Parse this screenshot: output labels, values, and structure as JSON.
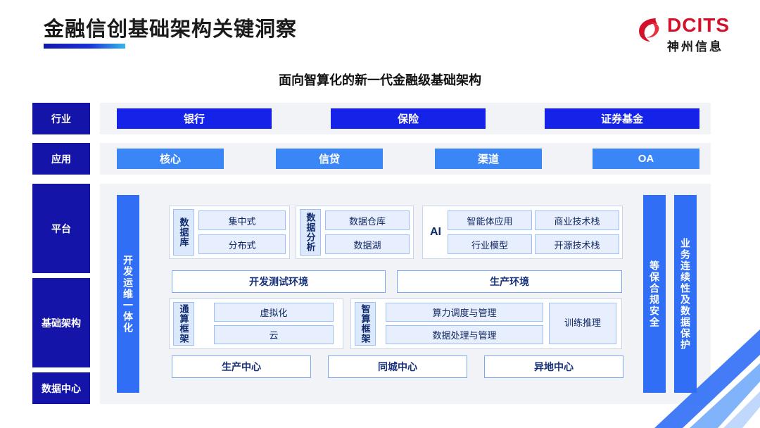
{
  "header": {
    "title": "金融信创基础架构关键洞察",
    "logo_text": "DCITS",
    "logo_cn": "神州信息"
  },
  "subtitle": "面向智算化的新一代金融级基础架构",
  "rows": {
    "industry_label": "行业",
    "application_label": "应用",
    "platform_label": "平台",
    "infrastructure_label": "基础架构",
    "datacenter_label": "数据中心"
  },
  "industry": [
    "银行",
    "保险",
    "证券基金"
  ],
  "application": [
    "核心",
    "信贷",
    "渠道",
    "OA"
  ],
  "devops_label": "开发运维一体化",
  "compliance_label": "等保合规安全",
  "continuity_label": "业务连续性及数据保护",
  "platform": {
    "database": {
      "caption": "数据库",
      "items": [
        "集中式",
        "分布式"
      ]
    },
    "analytics": {
      "caption": "数据分析",
      "items": [
        "数据仓库",
        "数据湖"
      ]
    },
    "ai": {
      "caption": "AI",
      "items": [
        "智能体应用",
        "商业技术栈",
        "行业模型",
        "开源技术栈"
      ]
    },
    "environments": [
      "开发测试环境",
      "生产环境"
    ]
  },
  "infrastructure": {
    "general_compute": {
      "caption": "通算框架",
      "items": [
        "虚拟化",
        "云"
      ]
    },
    "intelligent_compute": {
      "caption": "智算框架",
      "items": [
        "算力调度与管理",
        "数据处理与管理"
      ],
      "side": "训练推理"
    }
  },
  "datacenters": [
    "生产中心",
    "同城中心",
    "异地中心"
  ],
  "colors": {
    "label_navy": "#1414a8",
    "blue_dark": "#1522e8",
    "blue_mid": "#2f6ef5",
    "panel_bg": "#f1f3f7",
    "accent_red": "#d4112b"
  }
}
